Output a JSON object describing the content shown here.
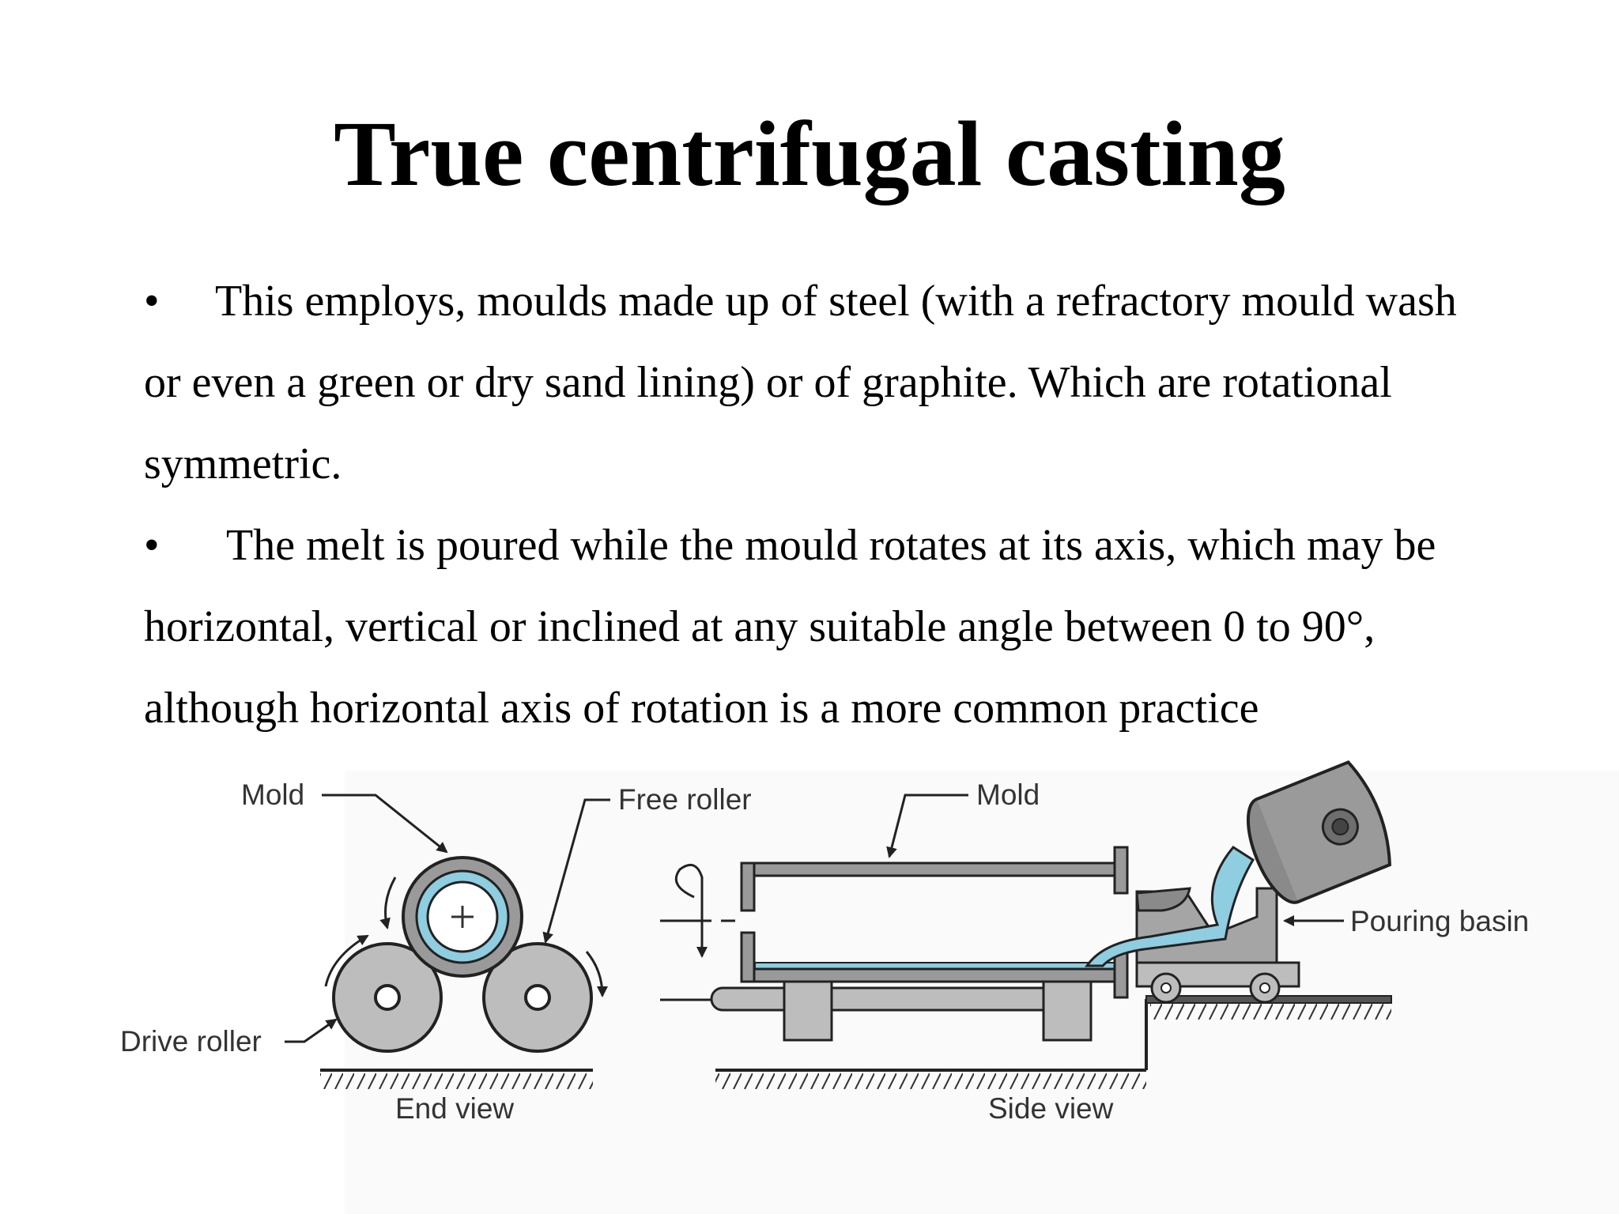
{
  "slide": {
    "title": "True centrifugal casting",
    "bullet_symbol": "•",
    "bullets": [
      "This employs, moulds made up of steel (with a refractory mould wash or even a green or dry sand lining) or of graphite. Which are rotational symmetric.",
      "The melt is poured while the mould rotates at its axis, which may be horizontal, vertical or inclined at any suitable angle between 0 to 90°, although horizontal axis of rotation is a more common practice"
    ]
  },
  "figure": {
    "labels": {
      "mold_end": "Mold",
      "free_roller": "Free roller",
      "drive_roller": "Drive roller",
      "end_view": "End view",
      "mold_side": "Mold",
      "pouring_basin": "Pouring basin",
      "side_view": "Side view"
    },
    "colors": {
      "metal_blue": "#8fcde0",
      "roller_gray": "#bdbdbd",
      "mold_gray": "#9a9a9a"
    }
  }
}
